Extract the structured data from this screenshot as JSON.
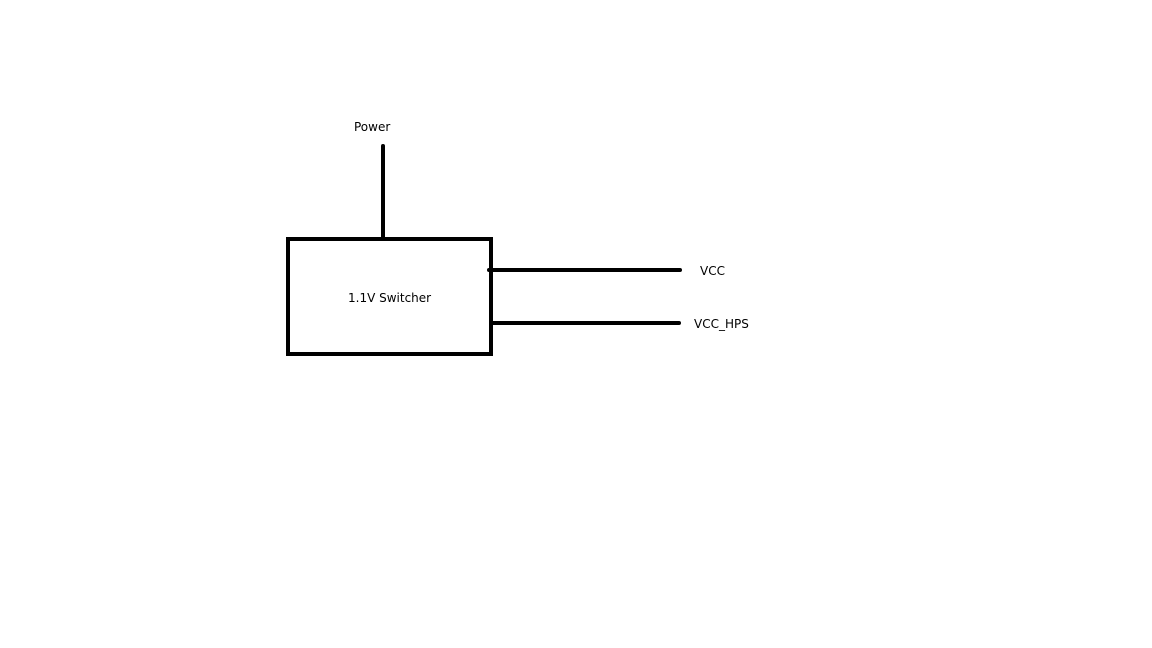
{
  "labels": {
    "power": "Power",
    "switcher": "1.1V Switcher",
    "vcc": "VCC",
    "vcc_hps": "VCC_HPS"
  }
}
